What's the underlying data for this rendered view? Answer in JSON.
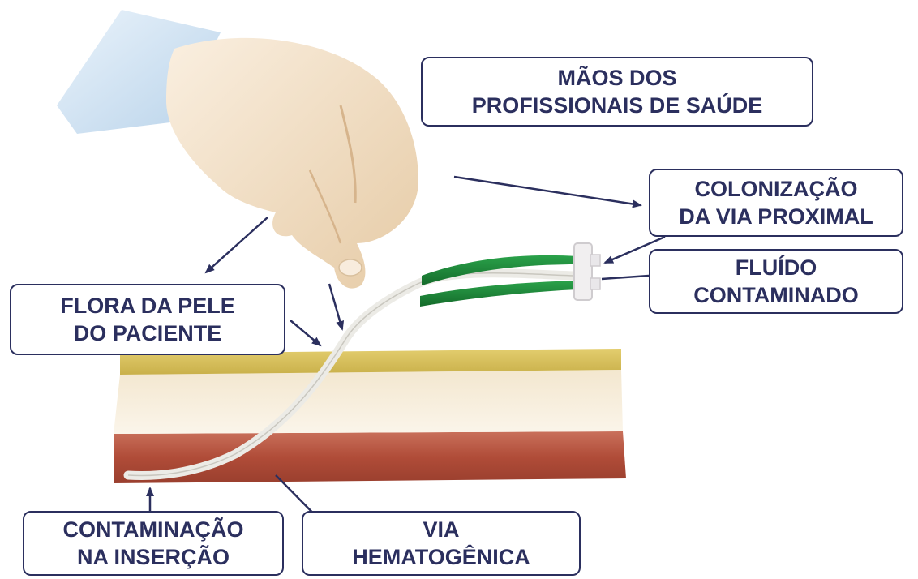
{
  "labels": {
    "hands": {
      "line1": "MÃOS DOS",
      "line2": "PROFISSIONAIS DE SAÚDE"
    },
    "colonization": {
      "line1": "COLONIZAÇÃO",
      "line2": "DA VIA PROXIMAL"
    },
    "fluid": {
      "line1": "FLUÍDO",
      "line2": "CONTAMINADO"
    },
    "skin_flora": {
      "line1": "FLORA DA PELE",
      "line2": "DO PACIENTE"
    },
    "insertion": {
      "line1": "CONTAMINAÇÃO",
      "line2": "NA INSERÇÃO"
    },
    "hematogenous": {
      "line1": "VIA",
      "line2": "HEMATOGÊNICA"
    }
  },
  "colors": {
    "label_text": "#2b2f5e",
    "arrow": "#2b2f5e",
    "glove": "#f3dfc3",
    "sleeve": "#d9e8f5",
    "catheter_hub": "#1f8a3a",
    "skin_surface": "#d9c25a",
    "dermis": "#f6eddb",
    "muscle": "#b5523f"
  }
}
